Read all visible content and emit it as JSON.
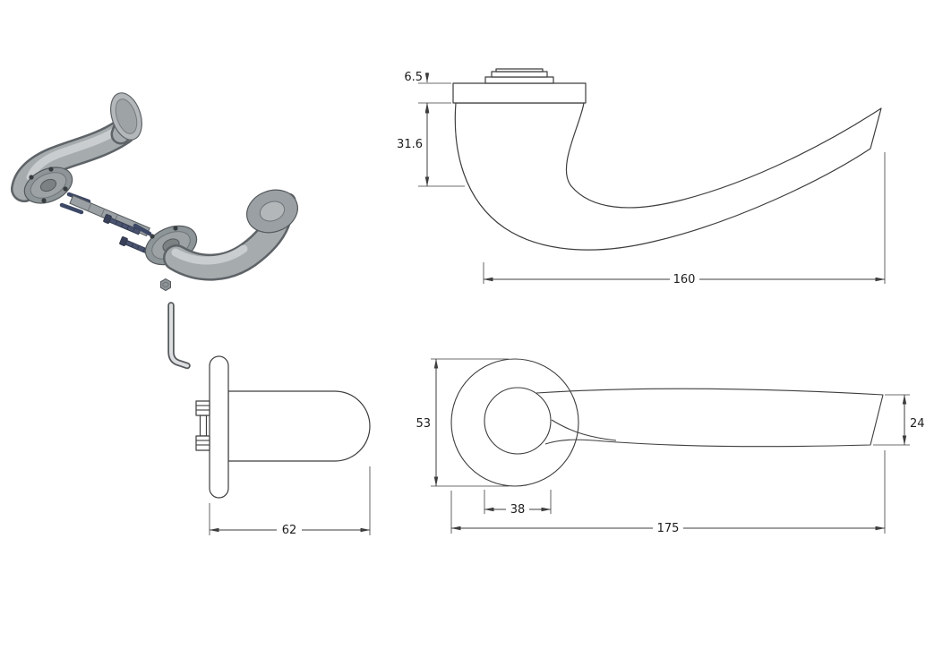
{
  "drawing": {
    "side_elevation": {
      "dims": {
        "plate_thickness": "6.5",
        "neck_height": "31.6",
        "projection_length": "160"
      }
    },
    "profile": {
      "dims": {
        "overall_depth": "62"
      }
    },
    "front": {
      "dims": {
        "rose_diameter": "53",
        "neck_ring_diameter": "38",
        "overall_length": "175",
        "lever_height": "24"
      }
    },
    "colors": {
      "line": "#3d3d3d",
      "metal_light": "#b3b7ba",
      "metal_mid": "#a6abae",
      "metal_dark": "#5e6367",
      "screw_blue": "#3d4866",
      "background": "#ffffff"
    }
  }
}
